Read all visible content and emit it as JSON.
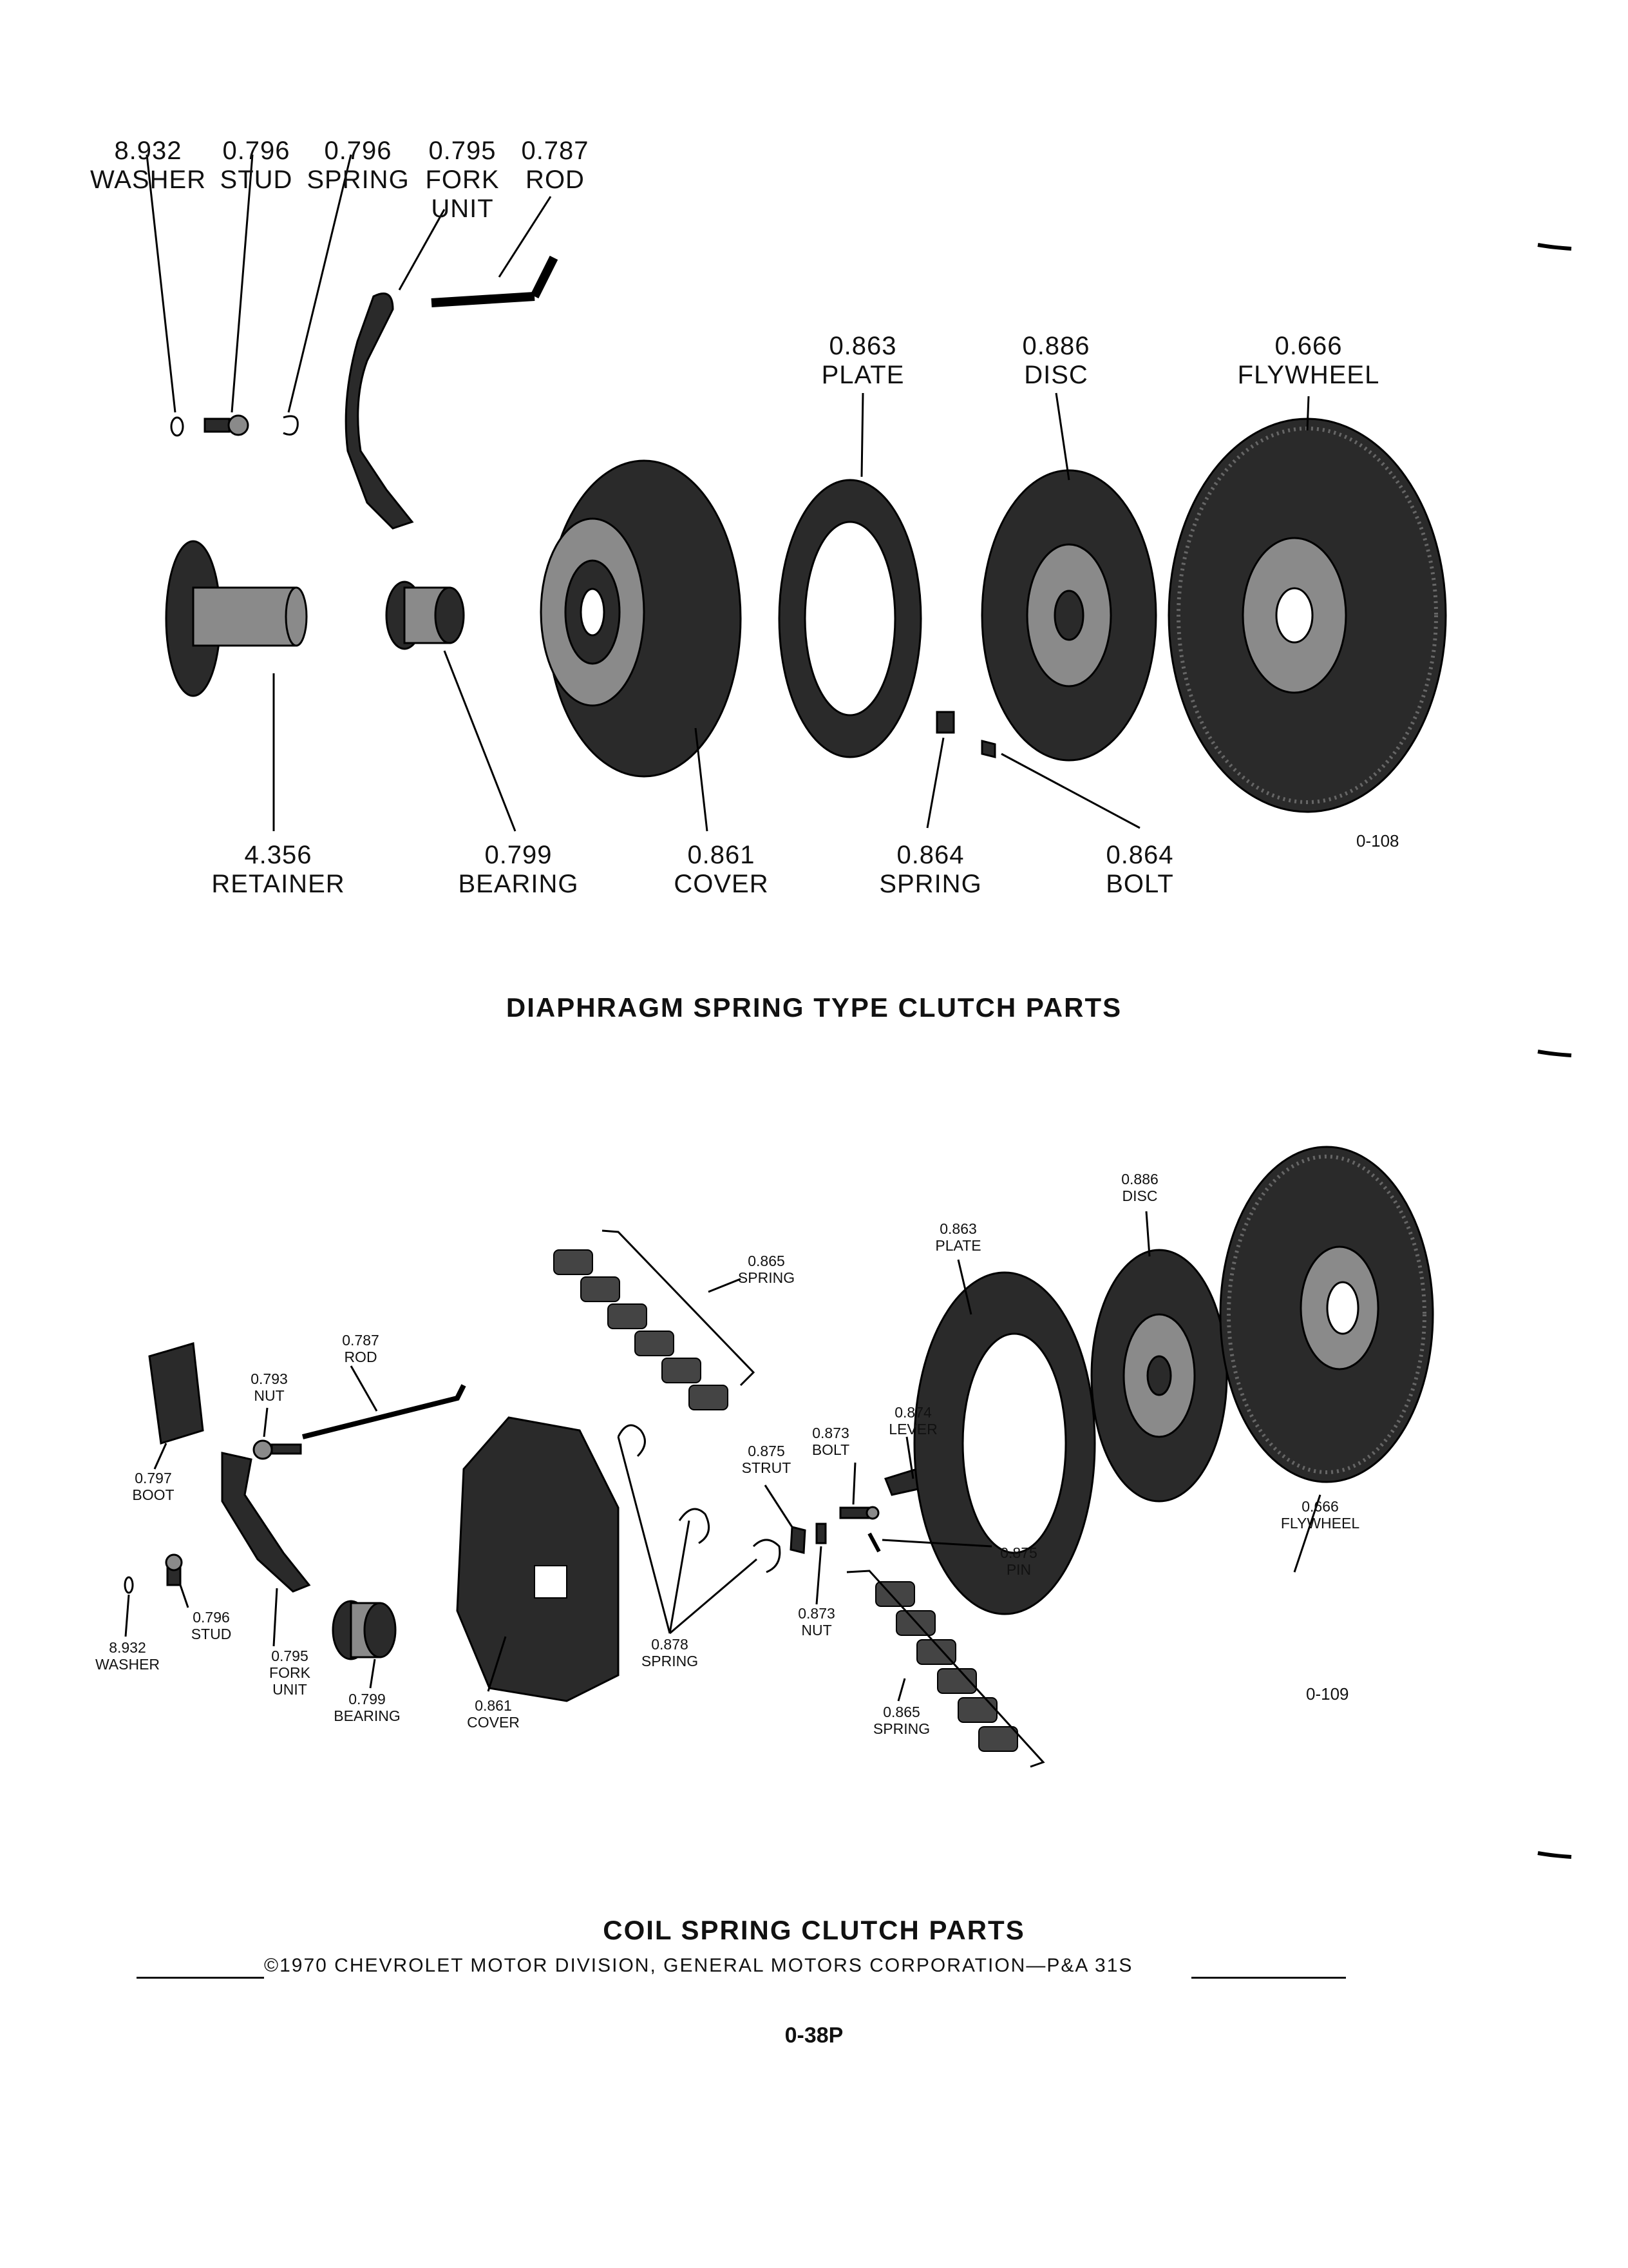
{
  "top_diagram": {
    "labels": [
      {
        "id": "washer",
        "number": "8.932",
        "name": "WASHER"
      },
      {
        "id": "stud",
        "number": "0.796",
        "name": "STUD"
      },
      {
        "id": "spring",
        "number": "0.796",
        "name": "SPRING"
      },
      {
        "id": "fork",
        "number": "0.795",
        "name": "FORK",
        "name2": "UNIT"
      },
      {
        "id": "rod",
        "number": "0.787",
        "name": "ROD"
      },
      {
        "id": "plate",
        "number": "0.863",
        "name": "PLATE"
      },
      {
        "id": "disc",
        "number": "0.886",
        "name": "DISC"
      },
      {
        "id": "flywheel",
        "number": "0.666",
        "name": "FLYWHEEL"
      },
      {
        "id": "retainer",
        "number": "4.356",
        "name": "RETAINER"
      },
      {
        "id": "bearing",
        "number": "0.799",
        "name": "BEARING"
      },
      {
        "id": "cover",
        "number": "0.861",
        "name": "COVER"
      },
      {
        "id": "spring2",
        "number": "0.864",
        "name": "SPRING"
      },
      {
        "id": "bolt",
        "number": "0.864",
        "name": "BOLT"
      }
    ],
    "figure_id": "0-108",
    "caption": "DIAPHRAGM SPRING TYPE CLUTCH PARTS"
  },
  "bottom_diagram": {
    "labels": [
      {
        "id": "disc",
        "number": "0.886",
        "name": "DISC"
      },
      {
        "id": "plate",
        "number": "0.863",
        "name": "PLATE"
      },
      {
        "id": "spring_top",
        "number": "0.865",
        "name": "SPRING"
      },
      {
        "id": "rod",
        "number": "0.787",
        "name": "ROD"
      },
      {
        "id": "nut",
        "number": "0.793",
        "name": "NUT"
      },
      {
        "id": "lever",
        "number": "0.874",
        "name": "LEVER"
      },
      {
        "id": "bolt",
        "number": "0.873",
        "name": "BOLT"
      },
      {
        "id": "strut",
        "number": "0.875",
        "name": "STRUT"
      },
      {
        "id": "boot",
        "number": "0.797",
        "name": "BOOT"
      },
      {
        "id": "pin",
        "number": "0.875",
        "name": "PIN"
      },
      {
        "id": "flywheel",
        "number": "0.666",
        "name": "FLYWHEEL"
      },
      {
        "id": "stud",
        "number": "0.796",
        "name": "STUD"
      },
      {
        "id": "nut2",
        "number": "0.873",
        "name": "NUT"
      },
      {
        "id": "washer",
        "number": "8.932",
        "name": "WASHER"
      },
      {
        "id": "fork",
        "number": "0.795",
        "name": "FORK",
        "name2": "UNIT"
      },
      {
        "id": "coil_spring",
        "number": "0.878",
        "name": "SPRING"
      },
      {
        "id": "bearing",
        "number": "0.799",
        "name": "BEARING"
      },
      {
        "id": "cover",
        "number": "0.861",
        "name": "COVER"
      },
      {
        "id": "spring_bottom",
        "number": "0.865",
        "name": "SPRING"
      }
    ],
    "figure_id": "0-109",
    "caption": "COIL SPRING CLUTCH PARTS"
  },
  "footer": {
    "copyright": "©1970 CHEVROLET MOTOR DIVISION, GENERAL MOTORS CORPORATION—P&A 31S",
    "page_number": "0-38P"
  }
}
